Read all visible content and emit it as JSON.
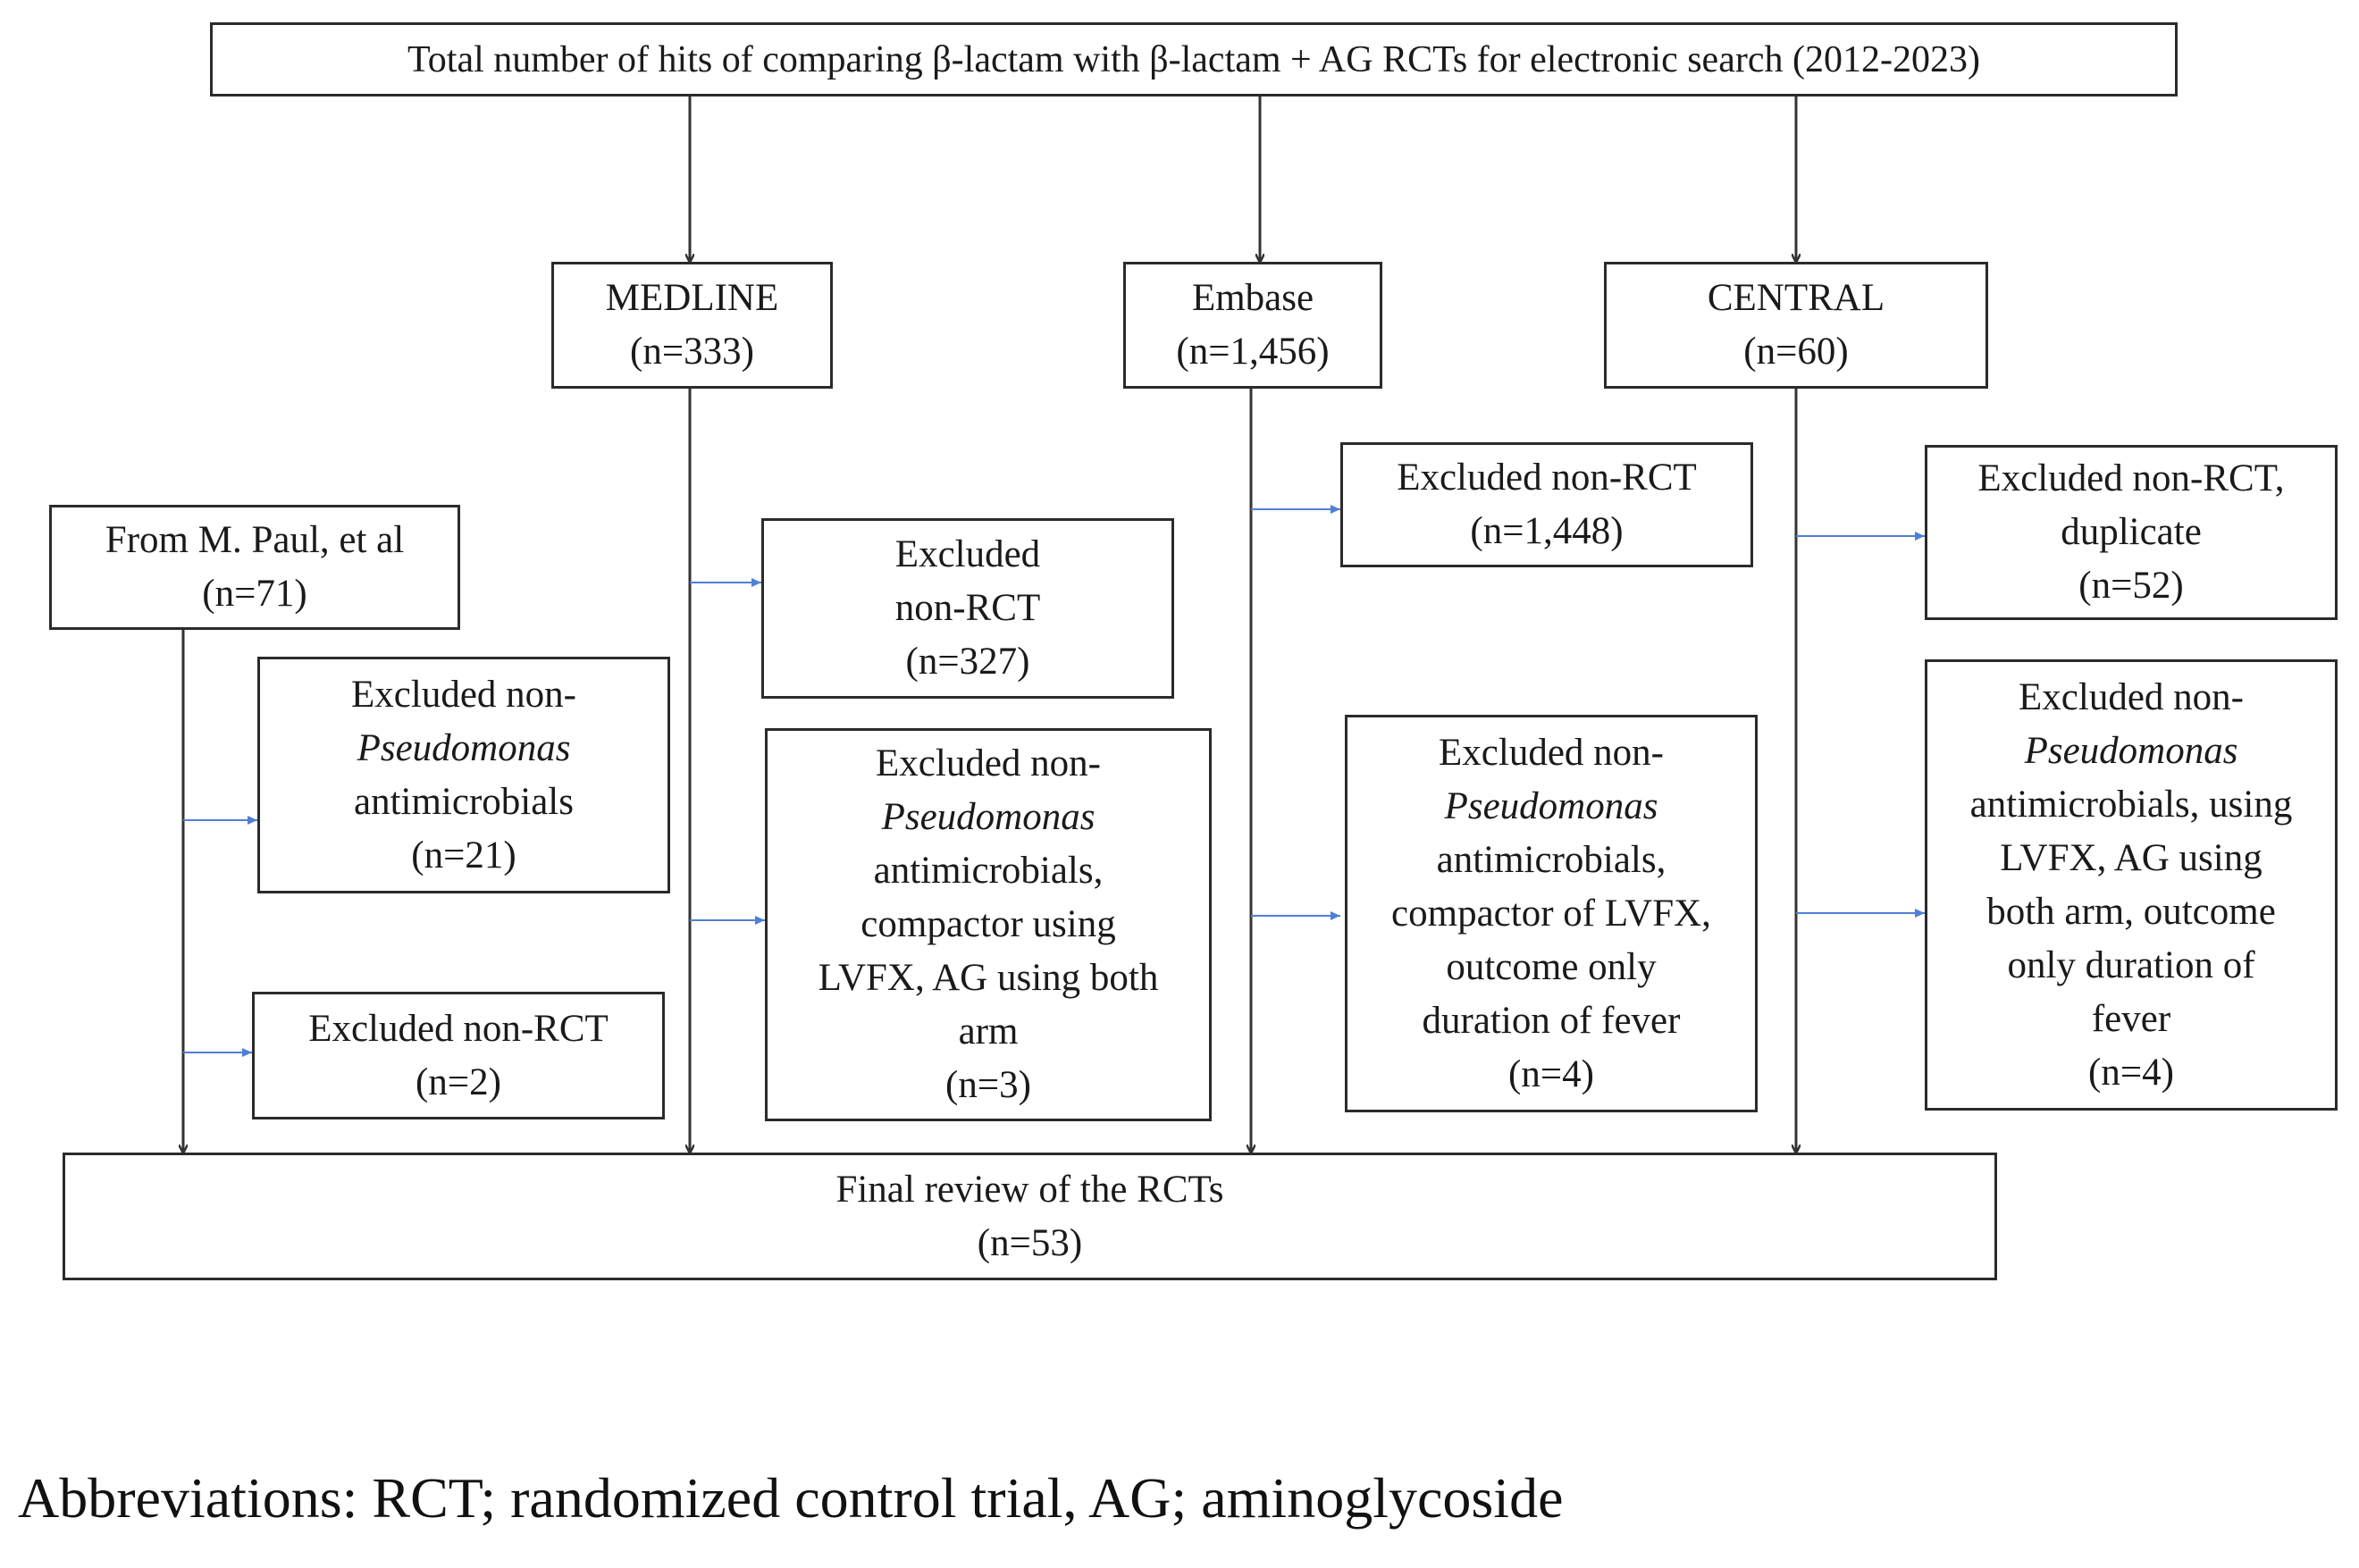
{
  "boxes": {
    "top": {
      "l1": "Total number of hits of comparing β-lactam with β-lactam + AG RCTs for electronic search (2012-2023)"
    },
    "medline": {
      "l1": "MEDLINE",
      "l2": "(n=333)"
    },
    "embase": {
      "l1": "Embase",
      "l2": "(n=1,456)"
    },
    "central": {
      "l1": "CENTRAL",
      "l2": "(n=60)"
    },
    "paul": {
      "l1": "From M. Paul, et al",
      "l2": "(n=71)"
    },
    "paul_ex1": {
      "l1": "Excluded non-",
      "l2": "Pseudomonas",
      "l3": "antimicrobials",
      "l4": "(n=21)"
    },
    "paul_ex2": {
      "l1": "Excluded non-RCT",
      "l2": "(n=2)"
    },
    "med_ex1": {
      "l1": "Excluded",
      "l2": "non-RCT",
      "l3": "(n=327)"
    },
    "med_ex2": {
      "l1": "Excluded non-",
      "l2": "Pseudomonas",
      "l3": "antimicrobials,",
      "l4": "compactor using",
      "l5": "LVFX, AG using both",
      "l6": "arm",
      "l7": "(n=3)"
    },
    "emb_ex1": {
      "l1": "Excluded non-RCT",
      "l2": "(n=1,448)"
    },
    "emb_ex2": {
      "l1": "Excluded non-",
      "l2": "Pseudomonas",
      "l3": "antimicrobials,",
      "l4": "compactor of LVFX,",
      "l5": "outcome only",
      "l6": "duration of fever",
      "l7": "(n=4)"
    },
    "cen_ex1": {
      "l1": "Excluded non-RCT,",
      "l2": "duplicate",
      "l3": "(n=52)"
    },
    "cen_ex2": {
      "l1": "Excluded non-",
      "l2": "Pseudomonas",
      "l3": "antimicrobials, using",
      "l4": "LVFX, AG using",
      "l5": "both arm, outcome",
      "l6": "only duration of",
      "l7": "fever",
      "l8": "(n=4)"
    },
    "final": {
      "l1": "Final review of the RCTs",
      "l2": "(n=53)"
    }
  },
  "footnote": "Abbreviations: RCT; randomized control trial, AG; aminoglycoside",
  "colors": {
    "border": "#2b2b2b",
    "main_arrow": "#333333",
    "side_arrow": "#4f7fd6"
  }
}
